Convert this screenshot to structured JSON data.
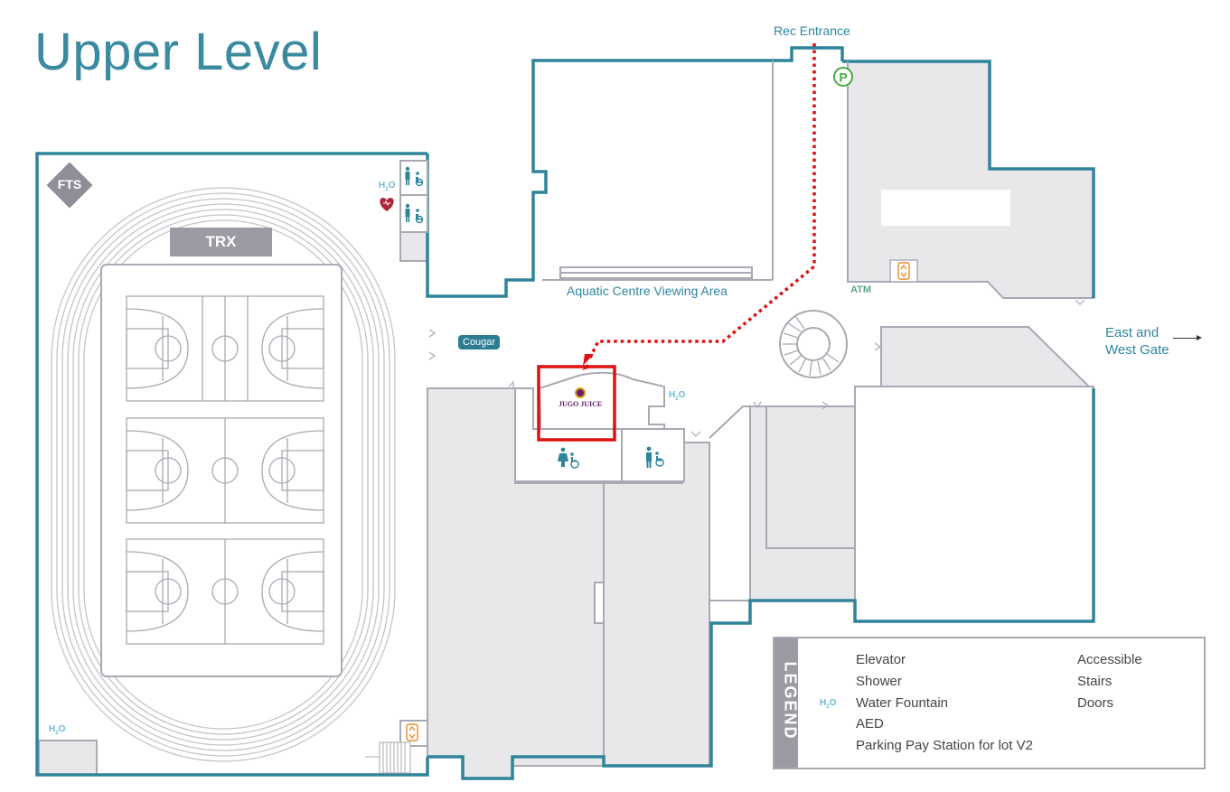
{
  "title": "Upper Level",
  "labels": {
    "rec_entrance": "Rec Entrance",
    "aquatic": "Aquatic Centre Viewing Area",
    "atm": "ATM",
    "gate": "East and West Gate",
    "cougar": "Cougar",
    "trx": "TRX",
    "fts": "FTS",
    "jugo": "JUGO JUICE",
    "h2o": "H2O"
  },
  "legend": {
    "heading": "LEGEND",
    "items": [
      {
        "icon": "elevator-icon",
        "label": "Elevator"
      },
      {
        "icon": "shower-icon",
        "label": "Shower"
      },
      {
        "icon": "water-fountain-icon",
        "label": "Water Fountain"
      },
      {
        "icon": "aed-icon",
        "label": "AED"
      },
      {
        "icon": "parking-icon",
        "label": "Parking Pay Station for lot V2"
      },
      {
        "icon": "accessible-icon",
        "label": "Accessible"
      },
      {
        "icon": "stairs-icon",
        "label": "Stairs"
      },
      {
        "icon": "doors-icon",
        "label": "Doors"
      }
    ]
  },
  "colors": {
    "wall": "#2f8499",
    "interior_line": "#a9a9b3",
    "fill": "#e8e8ea",
    "route": "#dd1111",
    "highlight": "#dd1111",
    "elevator": "#e88a2e",
    "parking": "#4aa848",
    "aed": "#b0263a"
  }
}
